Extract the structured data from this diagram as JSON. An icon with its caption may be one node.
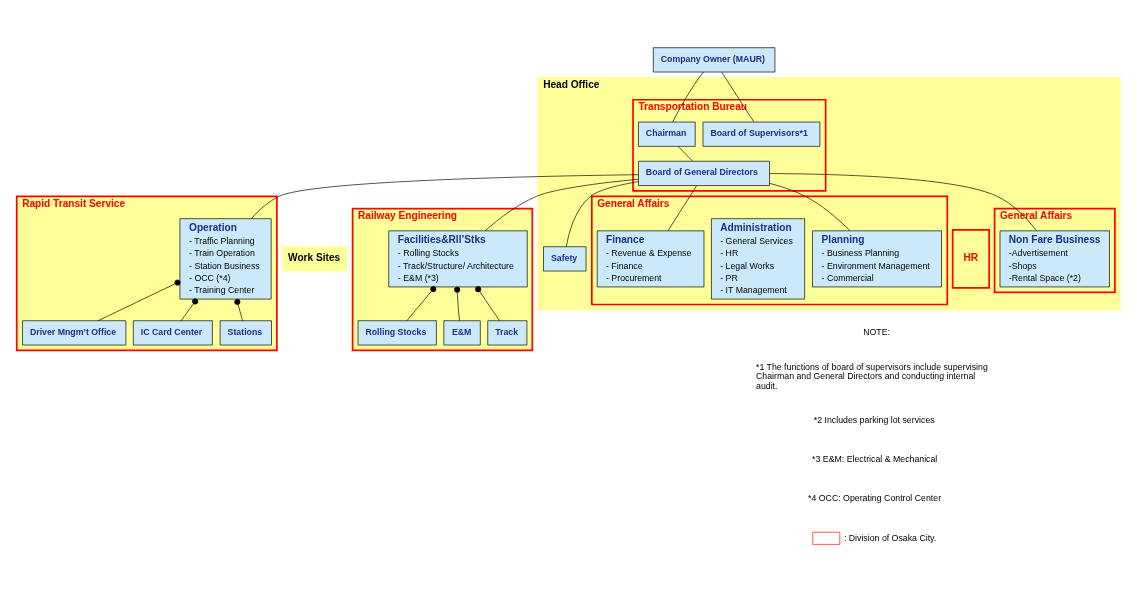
{
  "diagram": {
    "nodes": [
      {
        "text": [
          "Company Owner (MAUR)"
        ]
      },
      {
        "text": [
          "Head Office"
        ]
      },
      {
        "text": [
          "Transportation Bureau"
        ],
        "in": 1
      },
      {
        "text": [
          "Board of Supervisors*1"
        ],
        "in": 2
      },
      {
        "text": [
          "Chairman"
        ],
        "in": 2
      },
      {
        "text": [
          "Board of General Directors"
        ],
        "in": 2
      },
      {
        "text": [
          "Safety"
        ],
        "in": 1
      },
      {
        "text": [
          "General Affairs"
        ],
        "in": 1
      },
      {
        "text": [
          "Planning",
          "- Business Planning",
          "- Environment Management",
          "- Commercial"
        ],
        "in": 7
      },
      {
        "text": [
          "Administration",
          "- General Services",
          "- HR",
          "- Legal Works",
          "- PR",
          "- IT Management"
        ],
        "in": 7
      },
      {
        "text": [
          "Finance",
          "- Revenue & Expense",
          "- Finance",
          "- Procurement"
        ],
        "in": 7
      },
      {
        "text": [
          "HR"
        ],
        "in": 1
      },
      {
        "text": [
          "Rapid Transit Service"
        ]
      },
      {
        "text": [
          "Operation",
          "- Traffic Planning",
          "- Train Operation",
          "- Station Business",
          "- OCC (*4)",
          "- Training Center"
        ],
        "in": 12
      },
      {
        "text": [
          "Work Sites"
        ]
      },
      {
        "text": [
          "Stations"
        ],
        "in": 12
      },
      {
        "text": [
          "IC Card Center"
        ],
        "in": 12
      },
      {
        "text": [
          "Driver Mngm’t Office"
        ],
        "in": 12
      },
      {
        "text": [
          "Railway Engineering"
        ]
      },
      {
        "text": [
          "Facilities&Rll’Stks",
          "- Rolling Stocks",
          "- Track/Structure/ Architecture",
          "- E&M (*3)"
        ],
        "in": 18
      },
      {
        "text": [
          "E&M"
        ],
        "in": 18
      },
      {
        "text": [
          "Track"
        ],
        "in": 18
      },
      {
        "text": [
          "Rolling Stocks"
        ],
        "in": 18
      },
      {
        "text": [
          "General Affairs"
        ],
        "in": 1
      },
      {
        "text": [
          "Non Fare Business",
          "-Advertisement",
          "-Shops",
          "-Rental Space (*2)"
        ],
        "in": 23
      }
    ],
    "edges": [
      {
        "from": 0,
        "to": 3,
        "arrow": "none"
      },
      {
        "from": 0,
        "to": 4,
        "arrow": "none"
      },
      {
        "from": 4,
        "to": 5,
        "arrow": "none"
      },
      {
        "from": 5,
        "to": 6,
        "arrow": "none"
      },
      {
        "from": 5,
        "to": 8,
        "arrow": "none"
      },
      {
        "from": 5,
        "to": 10,
        "arrow": "none"
      },
      {
        "from": 5,
        "to": 13,
        "arrow": "none"
      },
      {
        "from": 5,
        "to": 19,
        "arrow": "none"
      },
      {
        "from": 5,
        "to": 24,
        "arrow": "none"
      },
      {
        "from": 13,
        "to": 15,
        "arrow": "other"
      },
      {
        "from": 13,
        "to": 16,
        "arrow": "other"
      },
      {
        "from": 13,
        "to": 17,
        "arrow": "other"
      },
      {
        "from": 19,
        "to": 20,
        "arrow": "other"
      },
      {
        "from": 19,
        "to": 21,
        "arrow": "other"
      },
      {
        "from": 19,
        "to": 22,
        "arrow": "other"
      }
    ],
    "labels": [
      "NOTE:",
      "*1 The functions of board of supervisors include supervising Chairman and General Directors and conducting internal audit.",
      "*2 Includes parking lot services",
      "*3 E&M: Electrical & Mechanical",
      "*4 OCC: Operating Control Center"
    ],
    "legend": [
      {
        "text": ": Division of Osaka City."
      }
    ]
  }
}
